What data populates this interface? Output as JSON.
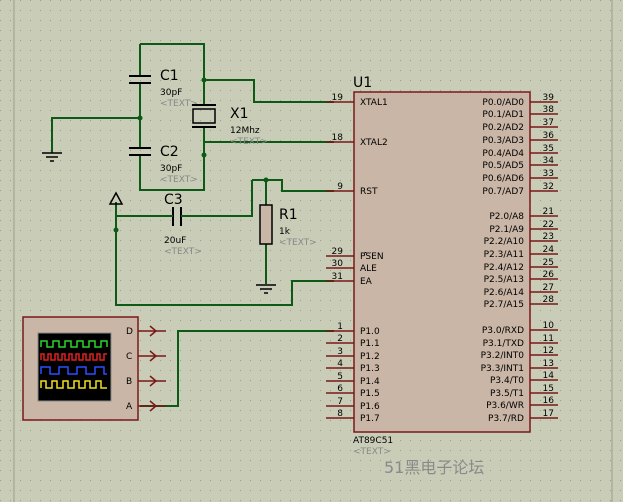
{
  "colors": {
    "background": "#c9cdb7",
    "wire": "#0c5a16",
    "component_outline": "#7a1818",
    "chip_body": "#c9b6a6",
    "scope_screen": "#000000"
  },
  "components": {
    "c1": {
      "ref": "C1",
      "value": "30pF",
      "text": "<TEXT>"
    },
    "c2": {
      "ref": "C2",
      "value": "30pF",
      "text": "<TEXT>"
    },
    "c3": {
      "ref": "C3",
      "value": "20uF",
      "text": "<TEXT>"
    },
    "r1": {
      "ref": "R1",
      "value": "1k",
      "text": "<TEXT>"
    },
    "x1": {
      "ref": "X1",
      "value": "12Mhz",
      "text": "<TEXT>"
    },
    "u1": {
      "ref": "U1",
      "part": "AT89C51",
      "text": "<TEXT>"
    }
  },
  "scope": {
    "channels": [
      "D",
      "C",
      "B",
      "A"
    ]
  },
  "u1_pins_left": [
    {
      "num": "19",
      "name": "XTAL1"
    },
    {
      "num": "18",
      "name": "XTAL2"
    },
    {
      "num": "9",
      "name": "RST"
    },
    {
      "num": "29",
      "name": "PSEN"
    },
    {
      "num": "30",
      "name": "ALE"
    },
    {
      "num": "31",
      "name": "EA"
    },
    {
      "num": "1",
      "name": "P1.0"
    },
    {
      "num": "2",
      "name": "P1.1"
    },
    {
      "num": "3",
      "name": "P1.2"
    },
    {
      "num": "4",
      "name": "P1.3"
    },
    {
      "num": "5",
      "name": "P1.4"
    },
    {
      "num": "6",
      "name": "P1.5"
    },
    {
      "num": "7",
      "name": "P1.6"
    },
    {
      "num": "8",
      "name": "P1.7"
    }
  ],
  "u1_pins_right": [
    {
      "num": "39",
      "name": "P0.0/AD0"
    },
    {
      "num": "38",
      "name": "P0.1/AD1"
    },
    {
      "num": "37",
      "name": "P0.2/AD2"
    },
    {
      "num": "36",
      "name": "P0.3/AD3"
    },
    {
      "num": "35",
      "name": "P0.4/AD4"
    },
    {
      "num": "34",
      "name": "P0.5/AD5"
    },
    {
      "num": "33",
      "name": "P0.6/AD6"
    },
    {
      "num": "32",
      "name": "P0.7/AD7"
    },
    {
      "num": "21",
      "name": "P2.0/A8"
    },
    {
      "num": "22",
      "name": "P2.1/A9"
    },
    {
      "num": "23",
      "name": "P2.2/A10"
    },
    {
      "num": "24",
      "name": "P2.3/A11"
    },
    {
      "num": "25",
      "name": "P2.4/A12"
    },
    {
      "num": "26",
      "name": "P2.5/A13"
    },
    {
      "num": "27",
      "name": "P2.6/A14"
    },
    {
      "num": "28",
      "name": "P2.7/A15"
    },
    {
      "num": "10",
      "name": "P3.0/RXD"
    },
    {
      "num": "11",
      "name": "P3.1/TXD"
    },
    {
      "num": "12",
      "name": "P3.2/INT0"
    },
    {
      "num": "13",
      "name": "P3.3/INT1"
    },
    {
      "num": "14",
      "name": "P3.4/T0"
    },
    {
      "num": "15",
      "name": "P3.5/T1"
    },
    {
      "num": "16",
      "name": "P3.6/WR"
    },
    {
      "num": "17",
      "name": "P3.7/RD"
    }
  ],
  "watermark": "51黑电子论坛"
}
